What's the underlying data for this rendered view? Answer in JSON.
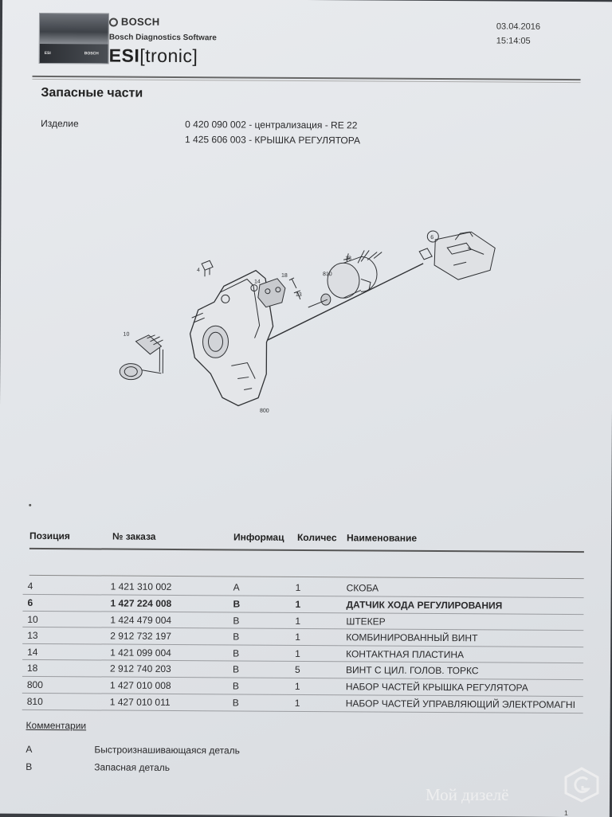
{
  "header": {
    "brand": "BOSCH",
    "software": "Bosch Diagnostics Software",
    "product_bold": "ESI",
    "product_rest": "[tronic]",
    "logo_strip_left": "ESI",
    "logo_strip_right": "BOSCH",
    "date": "03.04.2016",
    "time": "15:14:05"
  },
  "page_title": "Запасные части",
  "product": {
    "label": "Изделие",
    "line1": "0 420 090 002 - централизация - RE 22",
    "line2": "1 425 606 003 - КРЫШКА РЕГУЛЯТОРА"
  },
  "drawing_callouts": [
    "4",
    "14",
    "18",
    "13",
    "810",
    "18",
    "6",
    "10",
    "800"
  ],
  "table": {
    "headers": [
      "Позиция",
      "№ заказа",
      "Информац",
      "Количес",
      "Наименование"
    ],
    "rows": [
      {
        "pos": "4",
        "order": "1 421 310 002",
        "info": "A",
        "qty": "1",
        "name": "СКОБА",
        "bold": false
      },
      {
        "pos": "6",
        "order": "1 427 224 008",
        "info": "B",
        "qty": "1",
        "name": "ДАТЧИК ХОДА РЕГУЛИРОВАНИЯ",
        "bold": true
      },
      {
        "pos": "10",
        "order": "1 424 479 004",
        "info": "B",
        "qty": "1",
        "name": "ШТЕКЕР",
        "bold": false
      },
      {
        "pos": "13",
        "order": "2 912 732 197",
        "info": "B",
        "qty": "1",
        "name": "КОМБИНИРОВАННЫЙ ВИНТ",
        "bold": false
      },
      {
        "pos": "14",
        "order": "1 421 099 004",
        "info": "B",
        "qty": "1",
        "name": "КОНТАКТНАЯ ПЛАСТИНА",
        "bold": false
      },
      {
        "pos": "18",
        "order": "2 912 740 203",
        "info": "B",
        "qty": "5",
        "name": "ВИНТ С ЦИЛ. ГОЛОВ. ТОРКС",
        "bold": false
      },
      {
        "pos": "800",
        "order": "1 427 010 008",
        "info": "B",
        "qty": "1",
        "name": "НАБОР ЧАСТЕЙ КРЫШКА РЕГУЛЯТОРА",
        "bold": false
      },
      {
        "pos": "810",
        "order": "1 427 010 011",
        "info": "B",
        "qty": "1",
        "name": "НАБОР ЧАСТЕЙ УПРАВЛЯЮЩИЙ ЭЛЕКТРОМАГНІ",
        "bold": false
      }
    ]
  },
  "comments": {
    "heading": "Комментарии",
    "items": [
      {
        "key": "A",
        "text": "Быстроизнашивающаяся деталь"
      },
      {
        "key": "B",
        "text": "Запасная деталь"
      }
    ]
  },
  "watermark": "Мой дизелё",
  "page_number": "1"
}
